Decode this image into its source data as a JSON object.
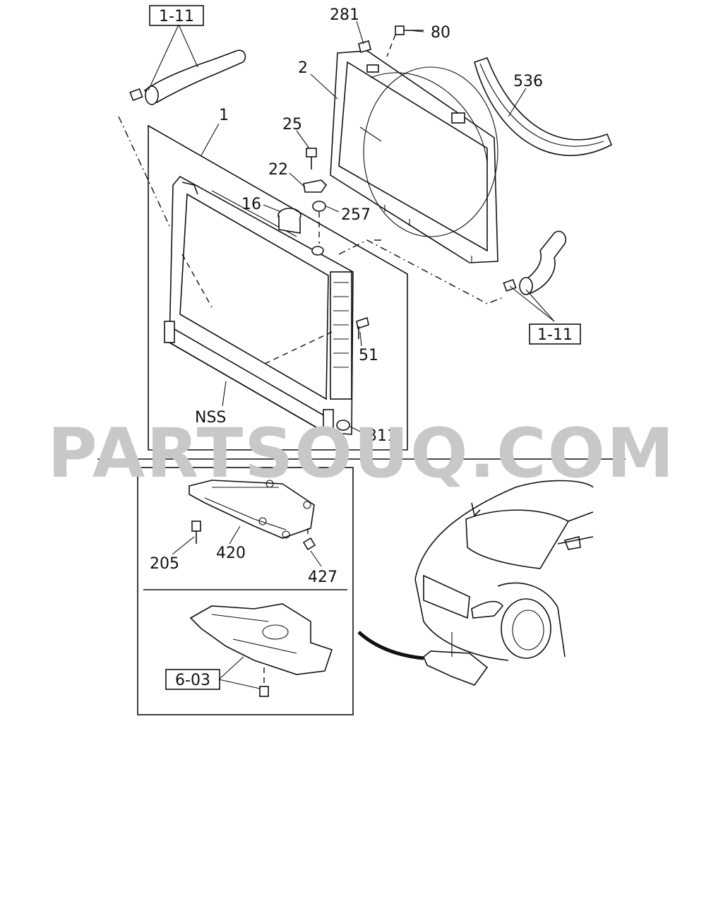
{
  "watermark": "PARTSOUQ.COM",
  "callouts": {
    "c281": "281",
    "c80": "80",
    "c2": "2",
    "c536": "536",
    "c1": "1",
    "c25": "25",
    "c22": "22",
    "c16": "16",
    "c257": "257",
    "c51": "51",
    "cNSS": "NSS",
    "c311": "311",
    "c205": "205",
    "c420": "420",
    "c427": "427"
  },
  "refs": {
    "r_top": "1-11",
    "r_right": "1-11",
    "r_bottom": "6-03"
  },
  "colors": {
    "line": "#111111",
    "watermark": "#c8c8c8",
    "background": "#ffffff"
  }
}
